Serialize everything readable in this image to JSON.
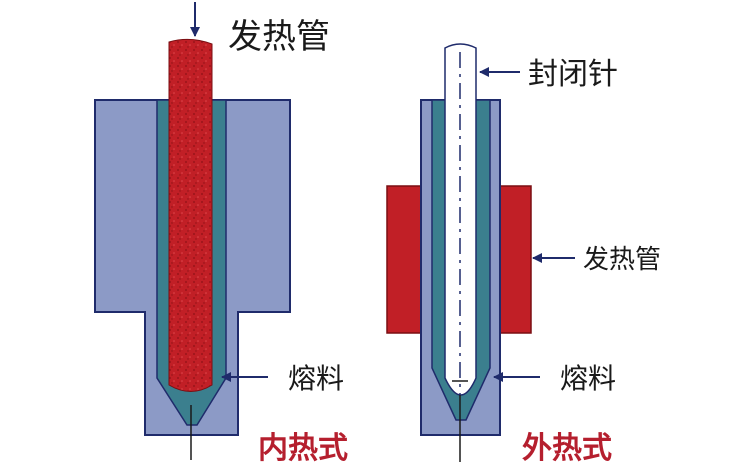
{
  "left": {
    "heater_label": "发热管",
    "melt_label": "熔料",
    "caption": "内热式"
  },
  "right": {
    "pin_label": "封闭针",
    "heater_label": "发热管",
    "melt_label": "熔料",
    "caption": "外热式"
  },
  "colors": {
    "body": "#8c9ac6",
    "body_stroke": "#1f2b6b",
    "melt": "#3b7f8e",
    "heater": "#c11f26",
    "heater_dark": "#8e1116",
    "pin": "#ffffff",
    "arrow": "#1f2b6b",
    "caption": "#b51f2e"
  }
}
